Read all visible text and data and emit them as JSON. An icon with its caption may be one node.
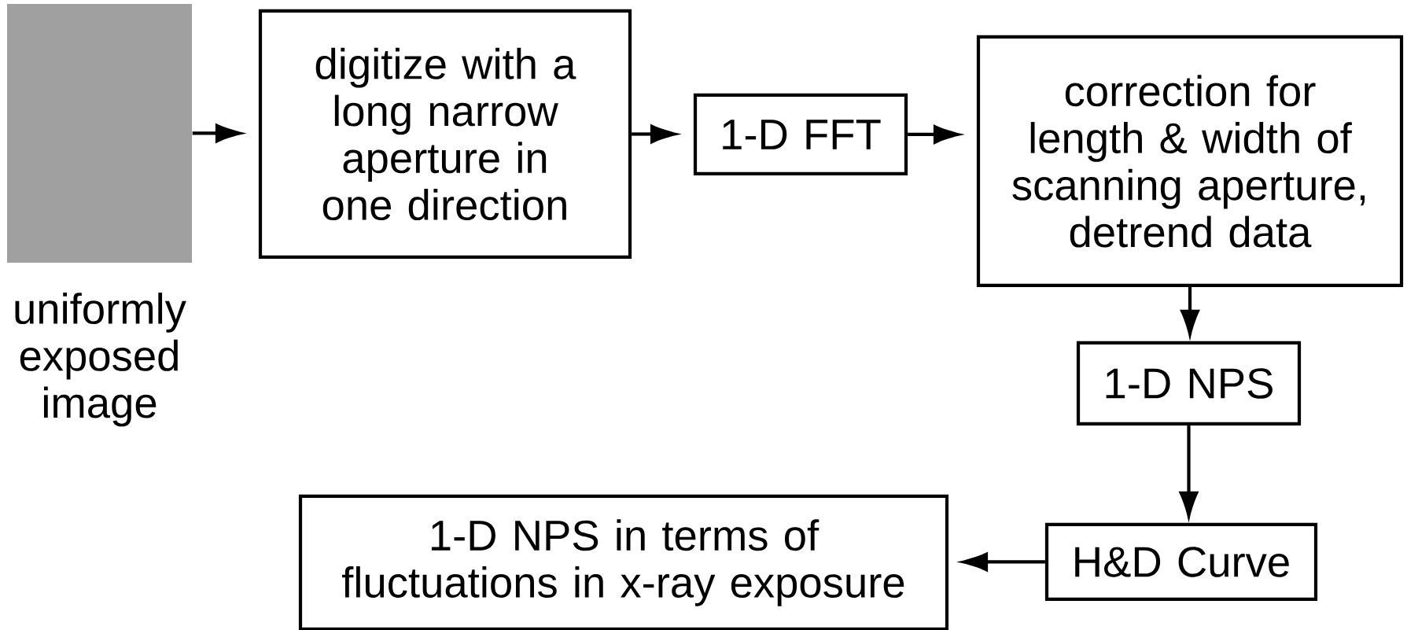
{
  "diagram": {
    "nodes": [
      {
        "text": [],
        "shape": "box",
        "beside": [
          "uniformly exposed image"
        ]
      },
      {
        "text": [
          "digitize with a long narrow aperture in one direction"
        ]
      },
      {
        "text": [
          "1-D FFT"
        ]
      },
      {
        "text": [
          "correction for length & width of scanning aperture, detrend data"
        ]
      },
      {
        "text": [
          "1-D NPS"
        ]
      },
      {
        "text": [
          "H&D Curve"
        ]
      },
      {
        "text": [
          "1-D NPS in terms of fluctuations in x-ray exposure"
        ]
      }
    ],
    "edges": [
      {
        "from": 0,
        "to": 1,
        "arrow": "to"
      },
      {
        "from": 1,
        "to": 2,
        "arrow": "to"
      },
      {
        "from": 2,
        "to": 3,
        "arrow": "to"
      },
      {
        "from": 3,
        "to": 4,
        "arrow": "to"
      },
      {
        "from": 4,
        "to": 5,
        "arrow": "to"
      },
      {
        "from": 5,
        "to": 6,
        "arrow": "to"
      }
    ]
  }
}
